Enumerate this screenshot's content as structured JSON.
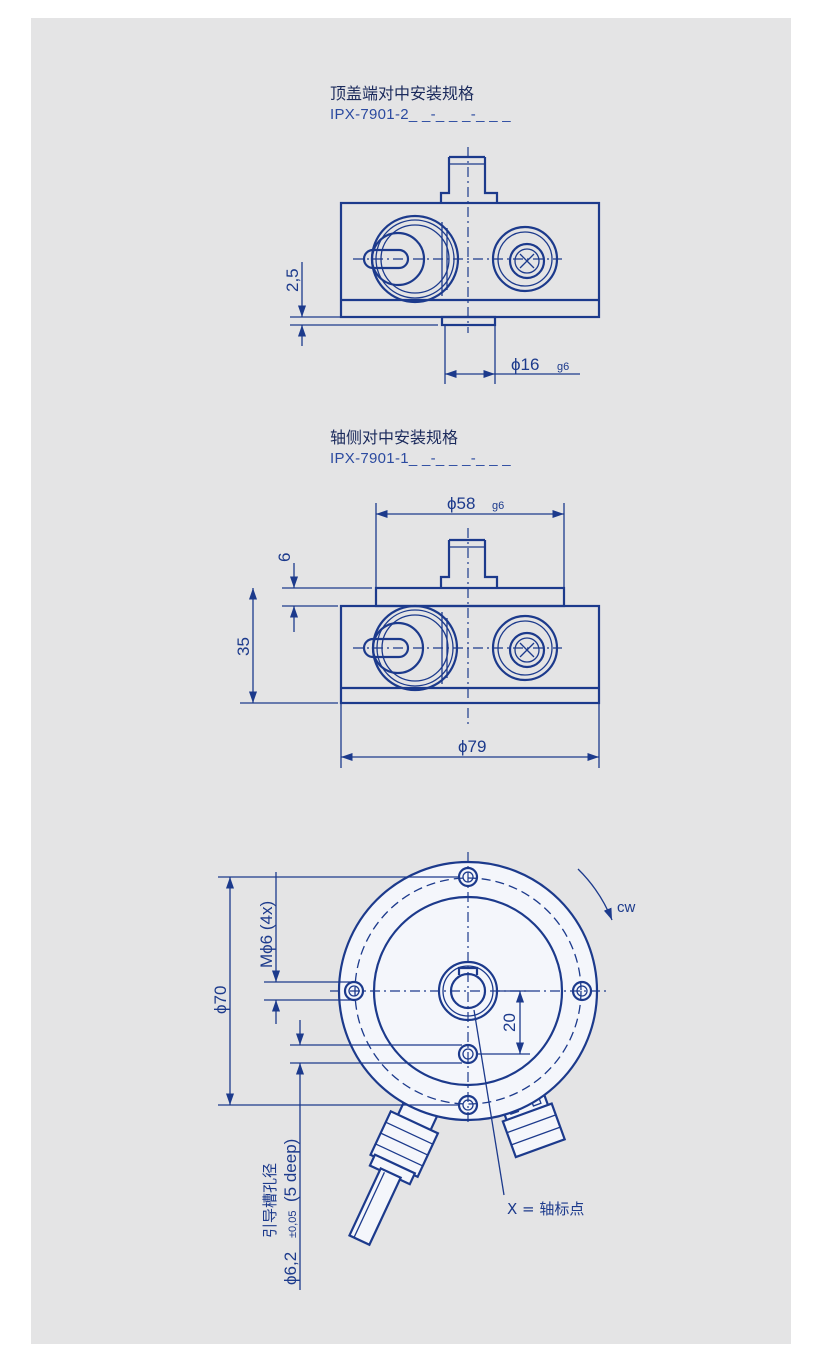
{
  "view1": {
    "title": "顶盖端对中安装规格",
    "code": "IPX-7901-2_ _-_ _ _-_ _ _",
    "dim_h": "2,5",
    "dim_d": "ϕ16",
    "dim_d_tol": "g6"
  },
  "view2": {
    "title": "轴侧对中安装规格",
    "code": "IPX-7901-1_ _-_ _ _-_ _ _",
    "dim_top": "ϕ58",
    "dim_top_tol": "g6",
    "dim_6": "6",
    "dim_35": "35",
    "dim_79": "ϕ79"
  },
  "view3": {
    "dim_70": "ϕ70",
    "dim_m": "Mϕ6 (4x)",
    "dim_20": "20",
    "rot": "cw",
    "pin_label": "引导槽孔径",
    "pin_dim": "ϕ6,2",
    "pin_tol": "±0,05",
    "pin_depth": "(5 deep)",
    "mark_label": "X = 轴标点"
  }
}
